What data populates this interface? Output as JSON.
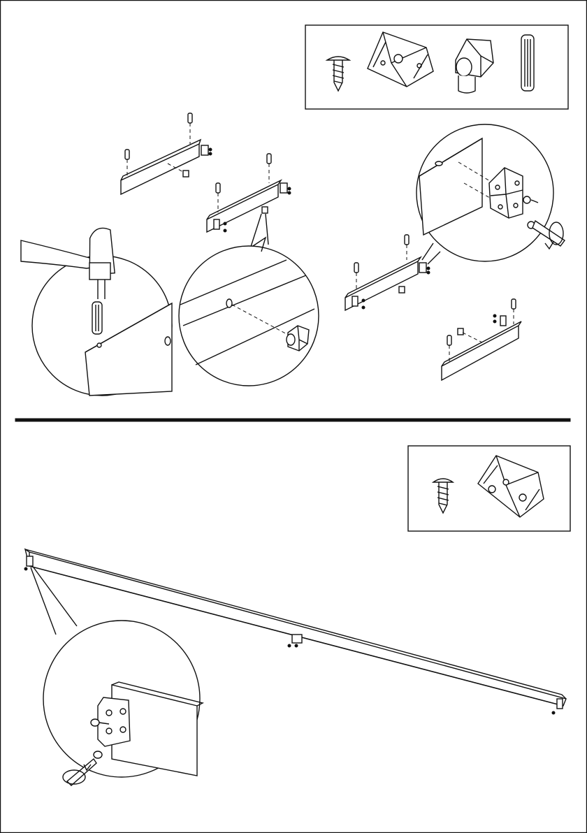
{
  "page": {
    "type": "assembly-instruction-sheet",
    "background": "#ffffff",
    "ink": "#111111"
  },
  "step_top": {
    "parts_box": {
      "parts": [
        "screw-icon",
        "corner-bracket-icon",
        "cam-lock-icon",
        "wooden-dowel-icon"
      ]
    },
    "callouts": [
      "hammer-dowel-detail",
      "cam-insert-detail",
      "bracket-screw-detail"
    ]
  },
  "step_bottom": {
    "parts_box": {
      "parts": [
        "screw-icon",
        "corner-bracket-icon"
      ]
    },
    "callouts": [
      "bracket-screw-detail"
    ]
  }
}
